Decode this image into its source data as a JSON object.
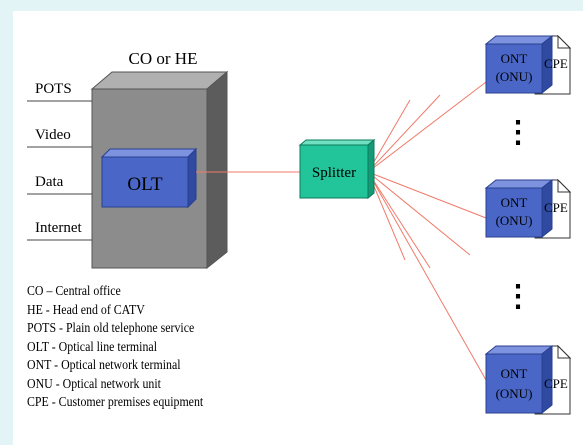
{
  "diagram": {
    "co_label": "CO or HE",
    "olt_label": "OLT",
    "splitter_label": "Splitter",
    "services": [
      "POTS",
      "Video",
      "Data",
      "Internet"
    ],
    "ont_units": [
      {
        "line1": "ONT",
        "line2": "(ONU)",
        "cpe": "CPE"
      },
      {
        "line1": "ONT",
        "line2": "(ONU)",
        "cpe": "CPE"
      },
      {
        "line1": "ONT",
        "line2": "(ONU)",
        "cpe": "CPE"
      }
    ],
    "ellipsis": "⋮"
  },
  "legend": [
    "CO – Central office",
    "HE -  Head end of CATV",
    "POTS - Plain old telephone service",
    "OLT - Optical line terminal",
    "ONT - Optical network terminal",
    "ONU - Optical network unit",
    "CPE  - Customer premises equipment"
  ],
  "colors": {
    "background": "#e3f4f7",
    "co_box": "#8c8c8c",
    "olt_box": "#4a67c7",
    "splitter_box": "#22c49a",
    "fiber_line": "#f07a6a",
    "ont_box": "#4a67c7"
  }
}
